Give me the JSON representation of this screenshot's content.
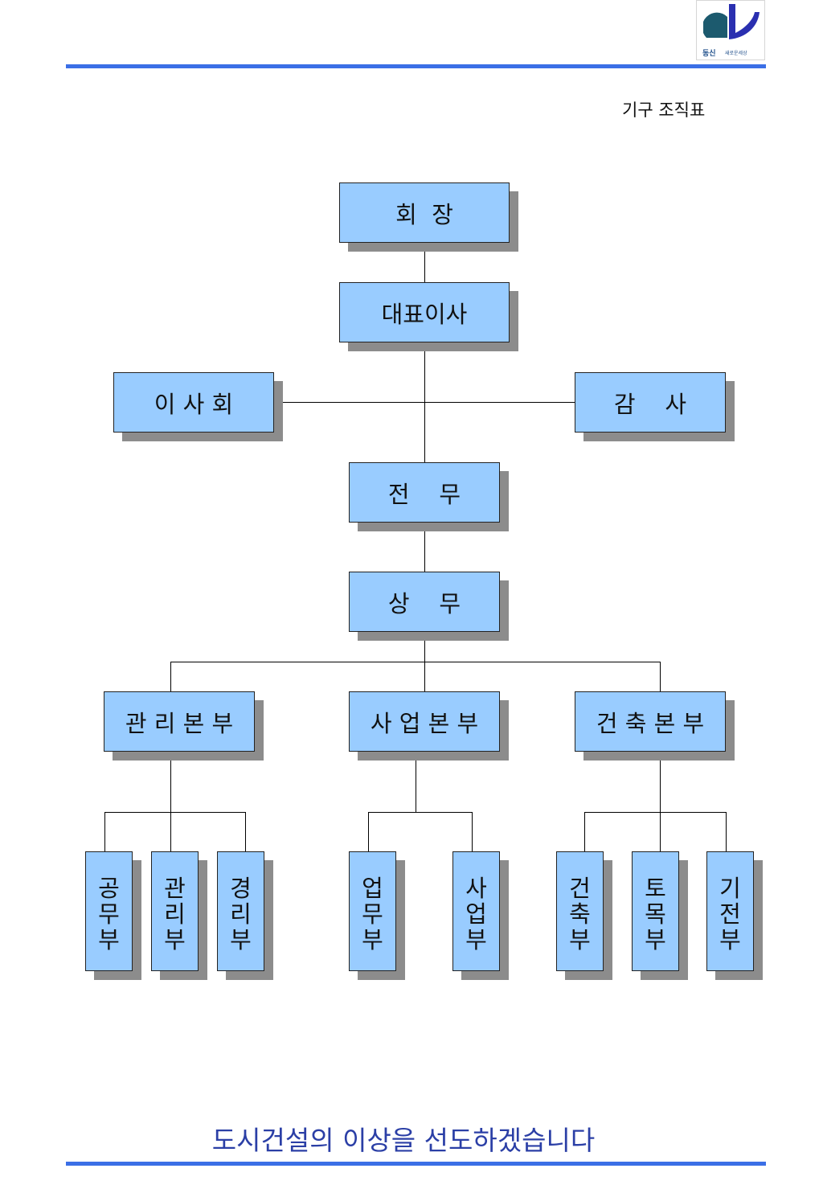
{
  "header": {
    "logo_name": "동신",
    "logo_sub": "새로운세상",
    "title": "기구 조직표"
  },
  "org": {
    "chairman": "회  장",
    "ceo": "대표이사",
    "board": "이 사 회",
    "auditor": "감    사",
    "senior_director": "전    무",
    "managing_director": "상    무",
    "divisions": [
      {
        "label": "관 리 본 부",
        "departments": [
          "공\n무\n부",
          "관\n리\n부",
          "경\n리\n부"
        ]
      },
      {
        "label": "사 업 본 부",
        "departments": [
          "업\n무\n부",
          "사\n업\n부"
        ]
      },
      {
        "label": "건 축 본 부",
        "departments": [
          "건\n축\n부",
          "토\n목\n부",
          "기\n전\n부"
        ]
      }
    ]
  },
  "footer": {
    "slogan": "도시건설의 이상을 선도하겠습니다"
  },
  "colors": {
    "box_fill": "#99ccff",
    "box_shadow": "#8c8c8c",
    "rule": "#3b6fe6",
    "slogan": "#2b3fa6"
  }
}
